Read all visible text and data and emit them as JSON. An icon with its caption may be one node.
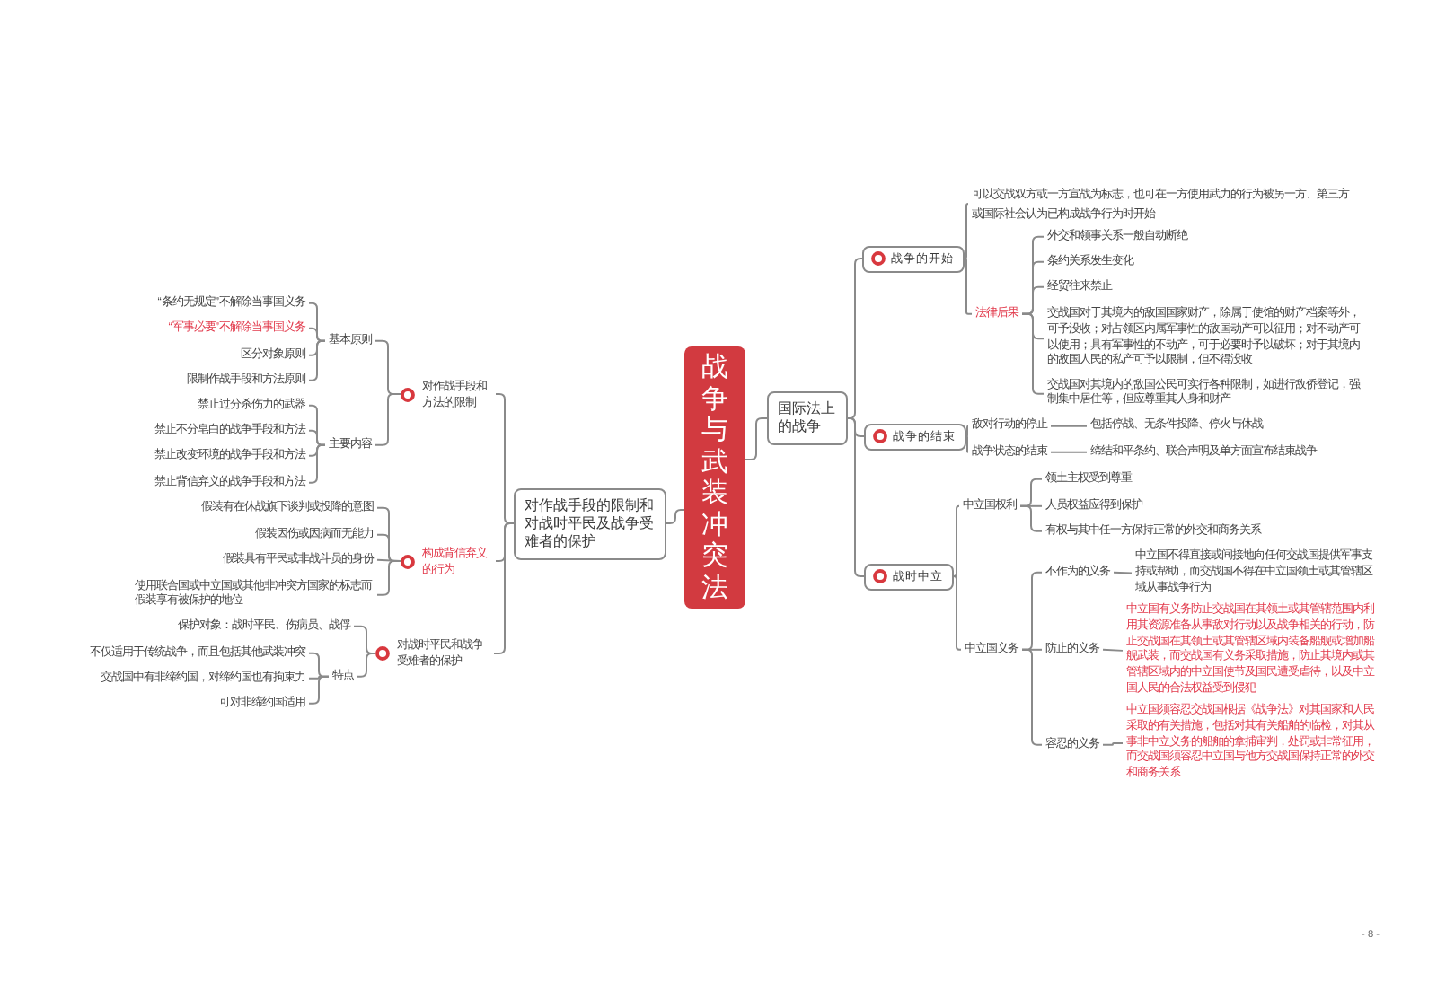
{
  "diagram": {
    "nodes": [
      {
        "text": [
          "战争与武装冲突法"
        ]
      },
      {
        "text": [
          "国际法上的战争"
        ]
      },
      {
        "text": [
          "战争的开始"
        ]
      },
      {
        "text": [
          "可以交战双方或一方宣战为标志，也可在一方使用武力的行为被另一方、第三方或国际社会认为已构成战争行为时开始"
        ]
      },
      {
        "text": [
          "法律后果"
        ]
      },
      {
        "text": [
          "外交和领事关系一般自动断绝"
        ]
      },
      {
        "text": [
          "条约关系发生变化"
        ]
      },
      {
        "text": [
          "经贸往来禁止"
        ]
      },
      {
        "text": [
          "交战国对于其境内的敌国国家财产，除属于使馆的财产档案等外，可予没收；对占领区内属军事性的敌国动产可以征用；对不动产可以使用；具有军事性的不动产，可于必要时予以破坏；对于其境内的敌国人民的私产可予以限制，但不得没收"
        ]
      },
      {
        "text": [
          "交战国对其境内的敌国公民可实行各种限制，如进行敌侨登记，强制集中居住等，但应尊重其人身和财产"
        ]
      },
      {
        "text": [
          "战争的结束"
        ]
      },
      {
        "text": [
          "敌对行动的停止"
        ]
      },
      {
        "text": [
          "包括停战、无条件投降、停火与休战"
        ]
      },
      {
        "text": [
          "战争状态的结束"
        ]
      },
      {
        "text": [
          "缔结和平条约、联合声明及单方面宣布结束战争"
        ]
      },
      {
        "text": [
          "战时中立"
        ]
      },
      {
        "text": [
          "中立国权利"
        ]
      },
      {
        "text": [
          "领土主权受到尊重"
        ]
      },
      {
        "text": [
          "人员权益应得到保护"
        ]
      },
      {
        "text": [
          "有权与其中任一方保持正常的外交和商务关系"
        ]
      },
      {
        "text": [
          "中立国义务"
        ]
      },
      {
        "text": [
          "不作为的义务"
        ]
      },
      {
        "text": [
          "中立国不得直接或间接地向任何交战国提供军事支持或帮助，而交战国不得在中立国领土或其管辖区域从事战争行为"
        ]
      },
      {
        "text": [
          "防止的义务"
        ]
      },
      {
        "text": [
          "中立国有义务防止交战国在其领土或其管辖范围内利用其资源准备从事敌对行动以及战争相关的行动，防止交战国在其领土或其管辖区域内装备船舰或增加船舰武装，而交战国有义务采取措施，防止其境内或其管辖区域内的中立国使节及国民遭受虐待，以及中立国人民的合法权益受到侵犯"
        ]
      },
      {
        "text": [
          "容忍的义务"
        ]
      },
      {
        "text": [
          "中立国须容忍交战国根据《战争法》对其国家和人民采取的有关措施，包括对其有关船舶的临检，对其从事非中立义务的船舶的拿捕审判，处罚或非常征用，而交战国须容忍中立国与他方交战国保持正常的外交和商务关系"
        ]
      },
      {
        "text": [
          "对作战手段的限制和对战时平民及战争受难者的保护"
        ]
      },
      {
        "text": [
          "对作战手段和方法的限制"
        ]
      },
      {
        "text": [
          "基本原则"
        ]
      },
      {
        "text": [
          "“条约无规定”不解除当事国义务"
        ]
      },
      {
        "text": [
          "“军事必要”不解除当事国义务"
        ]
      },
      {
        "text": [
          "区分对象原则"
        ]
      },
      {
        "text": [
          "限制作战手段和方法原则"
        ]
      },
      {
        "text": [
          "主要内容"
        ]
      },
      {
        "text": [
          "禁止过分杀伤力的武器"
        ]
      },
      {
        "text": [
          "禁止不分皂白的战争手段和方法"
        ]
      },
      {
        "text": [
          "禁止改变环境的战争手段和方法"
        ]
      },
      {
        "text": [
          "禁止背信弃义的战争手段和方法"
        ]
      },
      {
        "text": [
          "构成背信弃义的行为"
        ]
      },
      {
        "text": [
          "假装有在休战旗下谈判或投降的意图"
        ]
      },
      {
        "text": [
          "假装因伤或因病而无能力"
        ]
      },
      {
        "text": [
          "假装具有平民或非战斗员的身份"
        ]
      },
      {
        "text": [
          "使用联合国或中立国或其他非冲突方国家的标志而假装享有被保护的地位"
        ]
      },
      {
        "text": [
          "对战时平民和战争受难者的保护"
        ]
      },
      {
        "text": [
          "保护对象：战时平民、伤病员、战俘"
        ]
      },
      {
        "text": [
          "特点"
        ]
      },
      {
        "text": [
          "不仅适用于传统战争，而且包括其他武装冲突"
        ]
      },
      {
        "text": [
          "交战国中有非缔约国，对缔约国也有拘束力"
        ]
      },
      {
        "text": [
          "可对非缔约国适用"
        ]
      }
    ],
    "edges": [
      {
        "from": 0,
        "to": 1,
        "arrow": "none"
      },
      {
        "from": 1,
        "to": 2,
        "arrow": "none"
      },
      {
        "from": 2,
        "to": 3,
        "arrow": "none"
      },
      {
        "from": 2,
        "to": 4,
        "arrow": "none"
      },
      {
        "from": 4,
        "to": 5,
        "arrow": "none"
      },
      {
        "from": 4,
        "to": 6,
        "arrow": "none"
      },
      {
        "from": 4,
        "to": 7,
        "arrow": "none"
      },
      {
        "from": 4,
        "to": 8,
        "arrow": "none"
      },
      {
        "from": 4,
        "to": 9,
        "arrow": "none"
      },
      {
        "from": 1,
        "to": 10,
        "arrow": "none"
      },
      {
        "from": 10,
        "to": 11,
        "arrow": "none"
      },
      {
        "from": 11,
        "to": 12,
        "arrow": "none"
      },
      {
        "from": 10,
        "to": 13,
        "arrow": "none"
      },
      {
        "from": 13,
        "to": 14,
        "arrow": "none"
      },
      {
        "from": 1,
        "to": 15,
        "arrow": "none"
      },
      {
        "from": 15,
        "to": 16,
        "arrow": "none"
      },
      {
        "from": 16,
        "to": 17,
        "arrow": "none"
      },
      {
        "from": 16,
        "to": 18,
        "arrow": "none"
      },
      {
        "from": 16,
        "to": 19,
        "arrow": "none"
      },
      {
        "from": 15,
        "to": 20,
        "arrow": "none"
      },
      {
        "from": 20,
        "to": 21,
        "arrow": "none"
      },
      {
        "from": 21,
        "to": 22,
        "arrow": "none"
      },
      {
        "from": 20,
        "to": 23,
        "arrow": "none"
      },
      {
        "from": 23,
        "to": 24,
        "arrow": "none"
      },
      {
        "from": 20,
        "to": 25,
        "arrow": "none"
      },
      {
        "from": 25,
        "to": 26,
        "arrow": "none"
      },
      {
        "from": 0,
        "to": 27,
        "arrow": "none"
      },
      {
        "from": 27,
        "to": 28,
        "arrow": "none"
      },
      {
        "from": 28,
        "to": 29,
        "arrow": "none"
      },
      {
        "from": 29,
        "to": 30,
        "arrow": "none"
      },
      {
        "from": 29,
        "to": 31,
        "arrow": "none"
      },
      {
        "from": 29,
        "to": 32,
        "arrow": "none"
      },
      {
        "from": 29,
        "to": 33,
        "arrow": "none"
      },
      {
        "from": 28,
        "to": 34,
        "arrow": "none"
      },
      {
        "from": 34,
        "to": 35,
        "arrow": "none"
      },
      {
        "from": 34,
        "to": 36,
        "arrow": "none"
      },
      {
        "from": 34,
        "to": 37,
        "arrow": "none"
      },
      {
        "from": 34,
        "to": 38,
        "arrow": "none"
      },
      {
        "from": 27,
        "to": 39,
        "arrow": "none"
      },
      {
        "from": 39,
        "to": 40,
        "arrow": "none"
      },
      {
        "from": 39,
        "to": 41,
        "arrow": "none"
      },
      {
        "from": 39,
        "to": 42,
        "arrow": "none"
      },
      {
        "from": 39,
        "to": 43,
        "arrow": "none"
      },
      {
        "from": 27,
        "to": 44,
        "arrow": "none"
      },
      {
        "from": 44,
        "to": 45,
        "arrow": "none"
      },
      {
        "from": 44,
        "to": 46,
        "arrow": "none"
      },
      {
        "from": 46,
        "to": 47,
        "arrow": "none"
      },
      {
        "from": 46,
        "to": 48,
        "arrow": "none"
      },
      {
        "from": 46,
        "to": 49,
        "arrow": "none"
      }
    ],
    "labels": [
      "- 8 -"
    ]
  }
}
